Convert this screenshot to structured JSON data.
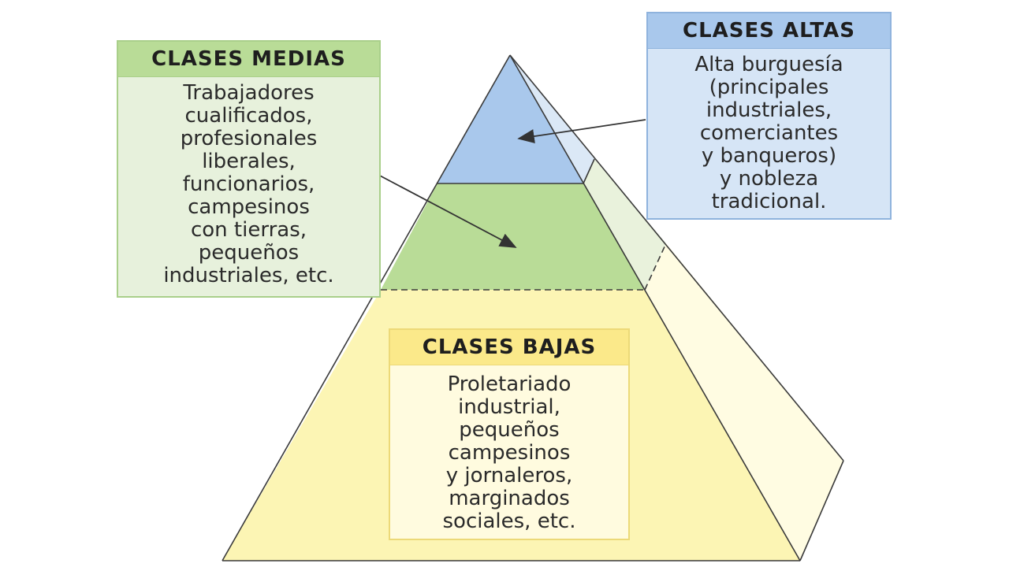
{
  "diagram": {
    "medias": {
      "title": "CLASES MEDIAS",
      "lines": [
        "Trabajadores",
        "cualificados,",
        "profesionales",
        "liberales,",
        "funcionarios,",
        "campesinos",
        "con tierras,",
        "pequeños",
        "industriales, etc."
      ]
    },
    "altas": {
      "title": "CLASES ALTAS",
      "lines": [
        "Alta burguesía",
        "(principales",
        "industriales,",
        "comerciantes",
        "y banqueros)",
        "y nobleza",
        "tradicional."
      ]
    },
    "bajas": {
      "title": "CLASES BAJAS",
      "lines": [
        "Proletariado",
        "industrial,",
        "pequeños",
        "campesinos",
        "y jornaleros,",
        "marginados",
        "sociales, etc."
      ]
    }
  },
  "colors": {
    "altas_fill": "#a9c8ec",
    "medias_fill": "#b9dc97",
    "bajas_fill": "#fcf5b4",
    "outline": "#3a3a3a"
  }
}
